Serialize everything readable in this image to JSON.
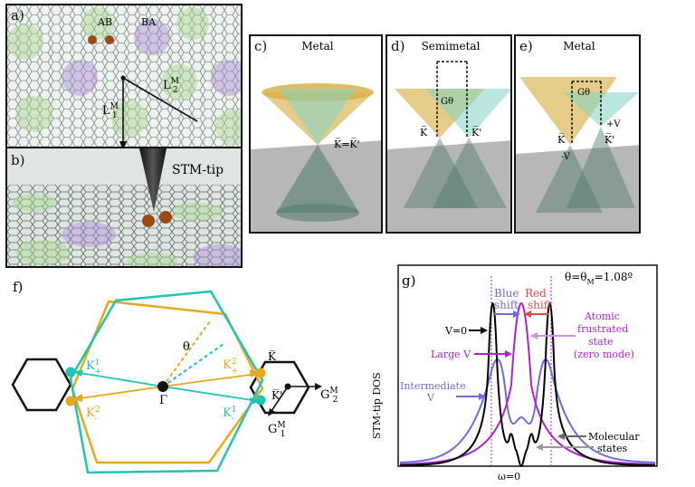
{
  "figure": {
    "panel_a": {
      "label": "a)",
      "stacking_ab": "AB",
      "stacking_ba": "BA",
      "moire_length_1": "L",
      "moire_length_1_sub": "1",
      "moire_length_1_sup": "M",
      "moire_length_2": "L",
      "moire_length_2_sub": "2",
      "moire_length_2_sup": "M"
    },
    "panel_b": {
      "label": "b)",
      "tip_label": "STM-tip"
    },
    "panel_c": {
      "label": "c)",
      "title": "Metal",
      "point_label": "K̅=K̅'"
    },
    "panel_d": {
      "label": "d)",
      "title": "Semimetal",
      "gap_label": "Gθ",
      "point_k": "K̅",
      "point_kp": "K̅'"
    },
    "panel_e": {
      "label": "e)",
      "title": "Metal",
      "gap_label": "Gθ",
      "plus_v": "+V",
      "minus_v": "-V",
      "point_k": "K̅",
      "point_kp": "K̅'"
    },
    "panel_f": {
      "label": "f)",
      "theta": "θ",
      "gamma": "Γ",
      "k_plus_1": "K",
      "k_plus_1_sup": "1",
      "k_plus_1_sub": "+",
      "k_plus_2": "K",
      "k_plus_2_sup": "2",
      "k_plus_2_sub": "+",
      "k_minus_1": "K",
      "k_minus_1_sup": "1",
      "k_minus_1_sub": "-",
      "k_minus_2": "K",
      "k_minus_2_sup": "2",
      "k_minus_2_sub": "-",
      "kbar": "K̅",
      "kbar_prime": "K̅'",
      "g1": "G",
      "g1_sub": "1",
      "g1_sup": "M",
      "g2": "G",
      "g2_sub": "2",
      "g2_sup": "M"
    },
    "panel_g": {
      "label": "g)",
      "theta_eq": "θ=θ",
      "theta_sub": "M",
      "theta_val": "=1.08º",
      "ylabel": "STM-tip DOS",
      "xlabel": "ω=0",
      "blue_shift_1": "Blue",
      "blue_shift_2": "shift",
      "red_shift_1": "Red",
      "red_shift_2": "shift",
      "v0": "V=0",
      "large_v": "Large V",
      "intermediate_v_1": "Intermediate",
      "intermediate_v_2": "V",
      "atomic_1": "Atomic",
      "atomic_2": "frustrated",
      "atomic_3": "state",
      "atomic_4": "(zero mode)",
      "molecular_1": "Molecular",
      "molecular_2": "states"
    },
    "colors": {
      "orange": "#e8a81c",
      "teal": "#1fc4b4",
      "blue_curve": "#6b6be6",
      "purple_curve": "#b11fd6",
      "black_curve": "#000000",
      "cone_orange": "#d9b04a",
      "cone_teal": "#7fd4c4"
    }
  }
}
